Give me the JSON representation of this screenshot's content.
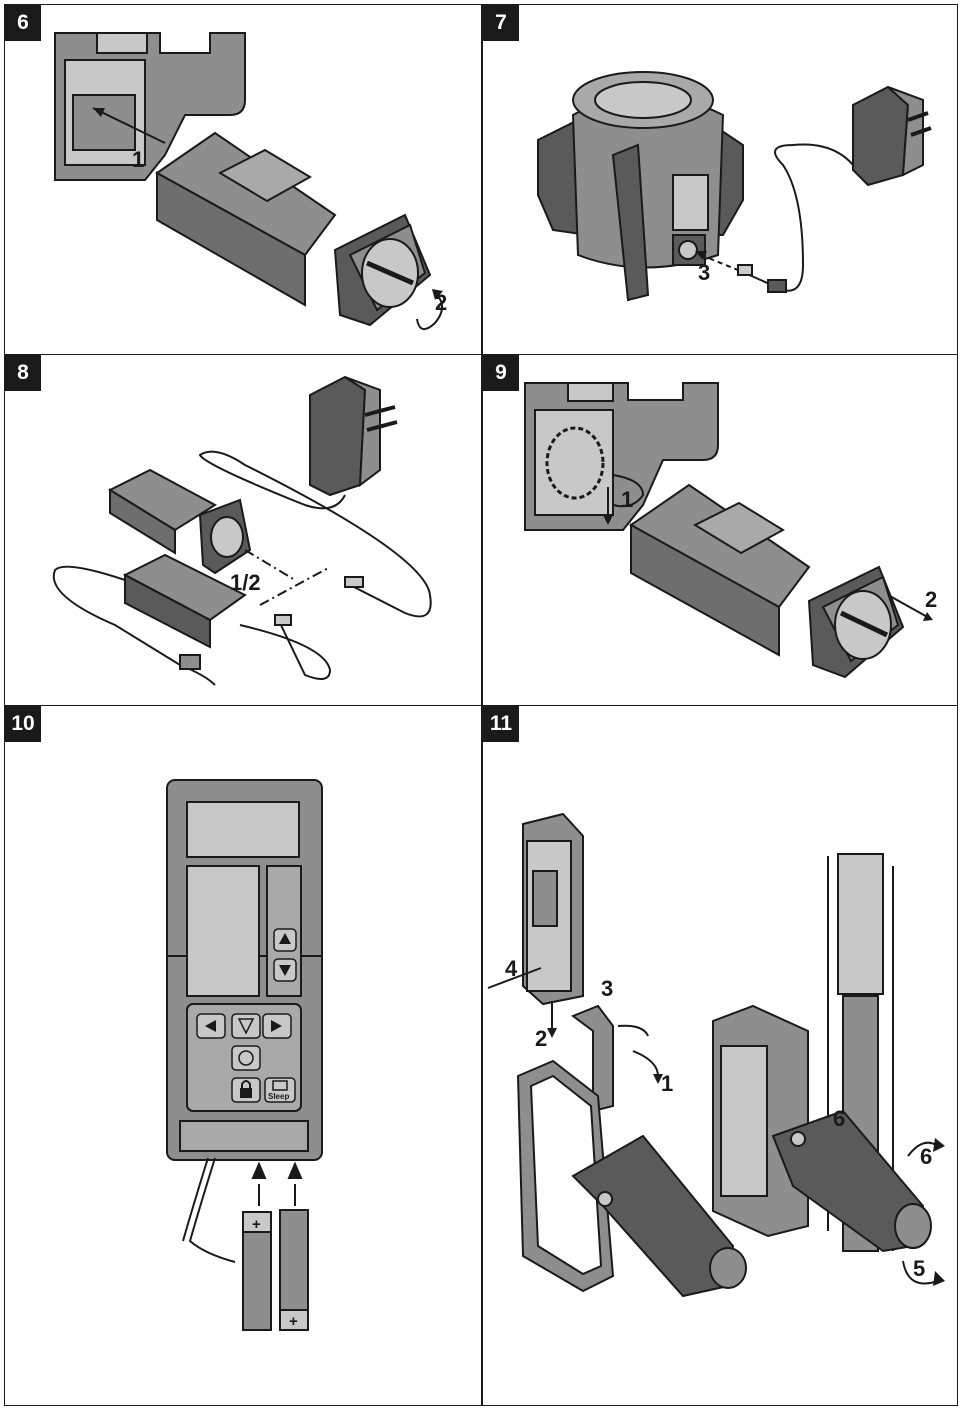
{
  "panels": [
    {
      "number": "6",
      "callouts": [
        "1",
        "2"
      ]
    },
    {
      "number": "7",
      "callouts": [
        "3"
      ]
    },
    {
      "number": "8",
      "callouts": [
        "1/2"
      ]
    },
    {
      "number": "9",
      "callouts": [
        "1",
        "2"
      ]
    },
    {
      "number": "10",
      "callouts": []
    },
    {
      "number": "11",
      "callouts": [
        "4",
        "3",
        "2",
        "1",
        "6",
        "6",
        "5"
      ]
    }
  ],
  "remote": {
    "sleep_label": "Sleep",
    "battery_plus": "+"
  },
  "colors": {
    "line": "#1a1a1a",
    "body_gray": "#8e8e8e",
    "light_gray": "#c8c8c8",
    "mid_gray": "#a9a9a9",
    "dark_gray": "#5a5a5a"
  }
}
